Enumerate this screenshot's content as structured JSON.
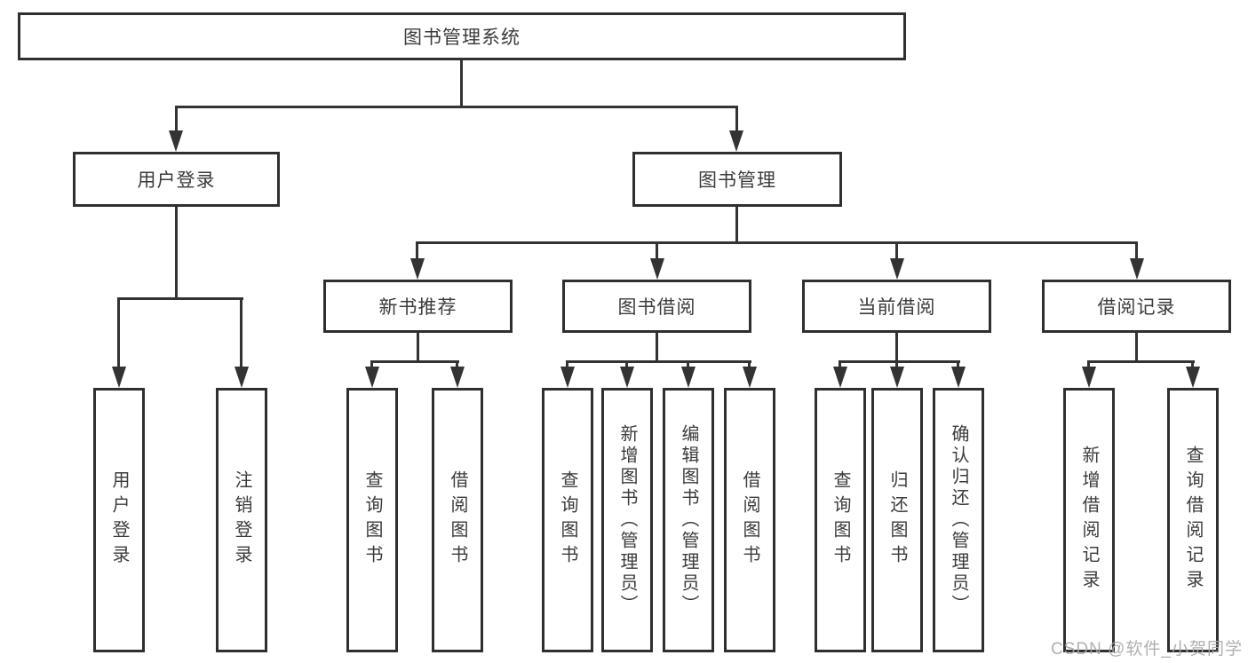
{
  "diagram": {
    "root": {
      "label": "图书管理系统"
    },
    "branches": [
      {
        "label": "用户登录",
        "children": [
          {
            "label": "用户登录"
          },
          {
            "label": "注销登录"
          }
        ]
      },
      {
        "label": "图书管理",
        "sections": [
          {
            "label": "新书推荐",
            "children": [
              {
                "label": "查询图书"
              },
              {
                "label": "借阅图书"
              }
            ]
          },
          {
            "label": "图书借阅",
            "children": [
              {
                "label": "查询图书"
              },
              {
                "label": "新增图书（管理员）"
              },
              {
                "label": "编辑图书（管理员）"
              },
              {
                "label": "借阅图书"
              }
            ]
          },
          {
            "label": "当前借阅",
            "children": [
              {
                "label": "查询图书"
              },
              {
                "label": "归还图书"
              },
              {
                "label": "确认归还（管理员）"
              }
            ]
          },
          {
            "label": "借阅记录",
            "children": [
              {
                "label": "新增借阅记录"
              },
              {
                "label": "查询借阅记录"
              }
            ]
          }
        ]
      }
    ],
    "watermark": "CSDN @软件_小贺同学",
    "colors": {
      "box_border": "#2f2f2f",
      "line": "#333333",
      "text": "#3b3b3b",
      "watermark": "#a8a8a8",
      "background": "#ffffff"
    }
  }
}
